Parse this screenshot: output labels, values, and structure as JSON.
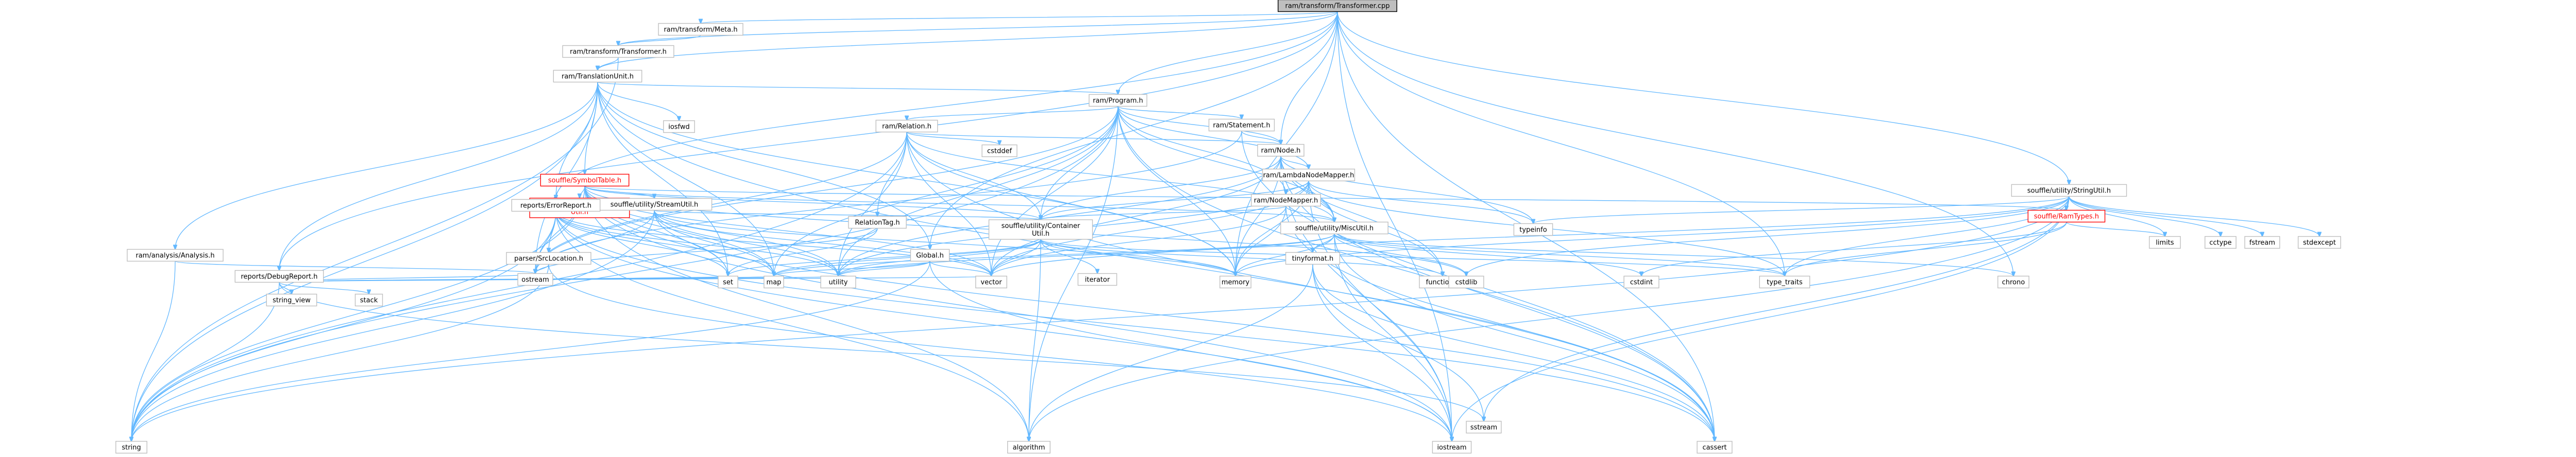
{
  "diagram": {
    "title": "ram/transform/Transformer.cpp",
    "colors": {
      "edge": "#63b8ff",
      "node_border": "#bfbfbf",
      "root_fill": "#bfbfbf",
      "missing_node_text": "#ff0000"
    },
    "nodes": [
      {
        "id": "root",
        "label": "ram/transform/Transformer.cpp",
        "style": "root"
      },
      {
        "id": "meta",
        "label": "ram/transform/Meta.h"
      },
      {
        "id": "transformer_h",
        "label": "ram/transform/Transformer.h"
      },
      {
        "id": "tu",
        "label": "ram/TranslationUnit.h"
      },
      {
        "id": "program",
        "label": "ram/Program.h"
      },
      {
        "id": "relation",
        "label": "ram/Relation.h"
      },
      {
        "id": "statement",
        "label": "ram/Statement.h"
      },
      {
        "id": "node",
        "label": "ram/Node.h"
      },
      {
        "id": "lambda",
        "label": "ram/LambdaNodeMapper.h"
      },
      {
        "id": "nodemapper",
        "label": "ram/NodeMapper.h"
      },
      {
        "id": "symtab",
        "label": "souffle/SymbolTable.h",
        "style": "red"
      },
      {
        "id": "parallel",
        "label": "souffle/utility/Parallel\nUtil.h",
        "style": "red"
      },
      {
        "id": "streamutil",
        "label": "souffle/utility/StreamUtil.h"
      },
      {
        "id": "containerutil",
        "label": "souffle/utility/Container\nUtil.h"
      },
      {
        "id": "miscutil",
        "label": "souffle/utility/MiscUtil.h"
      },
      {
        "id": "stringutil",
        "label": "souffle/utility/StringUtil.h"
      },
      {
        "id": "ramtypes",
        "label": "souffle/RamTypes.h",
        "style": "red"
      },
      {
        "id": "tinyformat",
        "label": "tinyformat.h"
      },
      {
        "id": "errorreport",
        "label": "reports/ErrorReport.h"
      },
      {
        "id": "debugreport",
        "label": "reports/DebugReport.h"
      },
      {
        "id": "srcloc",
        "label": "parser/SrcLocation.h"
      },
      {
        "id": "analysis",
        "label": "ram/analysis/Analysis.h"
      },
      {
        "id": "reltag",
        "label": "RelationTag.h"
      },
      {
        "id": "global",
        "label": "Global.h"
      },
      {
        "id": "iosfwd",
        "label": "iosfwd"
      },
      {
        "id": "cstddef",
        "label": "cstddef"
      },
      {
        "id": "string",
        "label": "string"
      },
      {
        "id": "string_view",
        "label": "string_view"
      },
      {
        "id": "stack",
        "label": "stack"
      },
      {
        "id": "ostream",
        "label": "ostream"
      },
      {
        "id": "set",
        "label": "set"
      },
      {
        "id": "map",
        "label": "map"
      },
      {
        "id": "utility",
        "label": "utility"
      },
      {
        "id": "vector",
        "label": "vector"
      },
      {
        "id": "iterator",
        "label": "iterator"
      },
      {
        "id": "memory",
        "label": "memory"
      },
      {
        "id": "algorithm",
        "label": "algorithm"
      },
      {
        "id": "functional",
        "label": "functional"
      },
      {
        "id": "cstdlib",
        "label": "cstdlib"
      },
      {
        "id": "iostream",
        "label": "iostream"
      },
      {
        "id": "sstream",
        "label": "sstream"
      },
      {
        "id": "cassert",
        "label": "cassert"
      },
      {
        "id": "cstdint",
        "label": "cstdint"
      },
      {
        "id": "type_traits",
        "label": "type_traits"
      },
      {
        "id": "typeinfo",
        "label": "typeinfo"
      },
      {
        "id": "chrono",
        "label": "chrono"
      },
      {
        "id": "limits",
        "label": "limits"
      },
      {
        "id": "cctype",
        "label": "cctype"
      },
      {
        "id": "fstream",
        "label": "fstream"
      },
      {
        "id": "stdexcept",
        "label": "stdexcept"
      }
    ],
    "edges": [
      [
        "root",
        "meta"
      ],
      [
        "root",
        "transformer_h"
      ],
      [
        "root",
        "tu"
      ],
      [
        "root",
        "program"
      ],
      [
        "root",
        "node"
      ],
      [
        "root",
        "stringutil"
      ],
      [
        "root",
        "errorreport"
      ],
      [
        "root",
        "debugreport"
      ],
      [
        "root",
        "global"
      ],
      [
        "root",
        "iostream"
      ],
      [
        "root",
        "type_traits"
      ],
      [
        "root",
        "chrono"
      ],
      [
        "root",
        "cassert"
      ],
      [
        "root",
        "memory"
      ],
      [
        "meta",
        "transformer_h"
      ],
      [
        "transformer_h",
        "tu"
      ],
      [
        "transformer_h",
        "string"
      ],
      [
        "tu",
        "program"
      ],
      [
        "tu",
        "analysis"
      ],
      [
        "tu",
        "debugreport"
      ],
      [
        "tu",
        "errorreport"
      ],
      [
        "tu",
        "symtab"
      ],
      [
        "tu",
        "global"
      ],
      [
        "tu",
        "iosfwd"
      ],
      [
        "tu",
        "string"
      ],
      [
        "tu",
        "map"
      ],
      [
        "tu",
        "set"
      ],
      [
        "tu",
        "memory"
      ],
      [
        "tu",
        "cassert"
      ],
      [
        "tu",
        "ostream"
      ],
      [
        "program",
        "relation"
      ],
      [
        "program",
        "statement"
      ],
      [
        "program",
        "node"
      ],
      [
        "program",
        "lambda"
      ],
      [
        "program",
        "nodemapper"
      ],
      [
        "program",
        "containerutil"
      ],
      [
        "program",
        "miscutil"
      ],
      [
        "program",
        "string"
      ],
      [
        "program",
        "vector"
      ],
      [
        "program",
        "memory"
      ],
      [
        "program",
        "ostream"
      ],
      [
        "program",
        "utility"
      ],
      [
        "program",
        "cassert"
      ],
      [
        "program",
        "algorithm"
      ],
      [
        "program",
        "map"
      ],
      [
        "relation",
        "node"
      ],
      [
        "relation",
        "reltag"
      ],
      [
        "relation",
        "containerutil"
      ],
      [
        "relation",
        "miscutil"
      ],
      [
        "relation",
        "cstddef"
      ],
      [
        "relation",
        "string"
      ],
      [
        "relation",
        "vector"
      ],
      [
        "relation",
        "memory"
      ],
      [
        "relation",
        "ostream"
      ],
      [
        "relation",
        "utility"
      ],
      [
        "relation",
        "cassert"
      ],
      [
        "statement",
        "node"
      ],
      [
        "statement",
        "ostream"
      ],
      [
        "statement",
        "cassert"
      ],
      [
        "node",
        "lambda"
      ],
      [
        "node",
        "containerutil"
      ],
      [
        "node",
        "miscutil"
      ],
      [
        "node",
        "memory"
      ],
      [
        "node",
        "vector"
      ],
      [
        "node",
        "iostream"
      ],
      [
        "node",
        "typeinfo"
      ],
      [
        "node",
        "cassert"
      ],
      [
        "node",
        "functional"
      ],
      [
        "node",
        "utility"
      ],
      [
        "lambda",
        "nodemapper"
      ],
      [
        "lambda",
        "containerutil"
      ],
      [
        "lambda",
        "miscutil"
      ],
      [
        "lambda",
        "functional"
      ],
      [
        "lambda",
        "memory"
      ],
      [
        "lambda",
        "type_traits"
      ],
      [
        "lambda",
        "utility"
      ],
      [
        "lambda",
        "vector"
      ],
      [
        "lambda",
        "typeinfo"
      ],
      [
        "lambda",
        "iostream"
      ],
      [
        "nodemapper",
        "containerutil"
      ],
      [
        "nodemapper",
        "miscutil"
      ],
      [
        "nodemapper",
        "memory"
      ],
      [
        "nodemapper",
        "cassert"
      ],
      [
        "nodemapper",
        "vector"
      ],
      [
        "symtab",
        "parallel"
      ],
      [
        "symtab",
        "streamutil"
      ],
      [
        "symtab",
        "containerutil"
      ],
      [
        "symtab",
        "miscutil"
      ],
      [
        "symtab",
        "ramtypes"
      ],
      [
        "symtab",
        "map"
      ],
      [
        "symtab",
        "utility"
      ],
      [
        "symtab",
        "vector"
      ],
      [
        "symtab",
        "ostream"
      ],
      [
        "symtab",
        "string"
      ],
      [
        "symtab",
        "iostream"
      ],
      [
        "symtab",
        "set"
      ],
      [
        "symtab",
        "cstdlib"
      ],
      [
        "symtab",
        "algorithm"
      ],
      [
        "symtab",
        "cassert"
      ],
      [
        "streamutil",
        "containerutil"
      ],
      [
        "streamutil",
        "map"
      ],
      [
        "streamutil",
        "set"
      ],
      [
        "streamutil",
        "utility"
      ],
      [
        "streamutil",
        "vector"
      ],
      [
        "streamutil",
        "ostream"
      ],
      [
        "streamutil",
        "string"
      ],
      [
        "streamutil",
        "memory"
      ],
      [
        "containerutil",
        "algorithm"
      ],
      [
        "containerutil",
        "functional"
      ],
      [
        "containerutil",
        "iterator"
      ],
      [
        "containerutil",
        "map"
      ],
      [
        "containerutil",
        "memory"
      ],
      [
        "containerutil",
        "set"
      ],
      [
        "containerutil",
        "type_traits"
      ],
      [
        "containerutil",
        "utility"
      ],
      [
        "containerutil",
        "vector"
      ],
      [
        "miscutil",
        "tinyformat"
      ],
      [
        "miscutil",
        "cassert"
      ],
      [
        "miscutil",
        "chrono"
      ],
      [
        "miscutil",
        "iostream"
      ],
      [
        "miscutil",
        "map"
      ],
      [
        "miscutil",
        "memory"
      ],
      [
        "miscutil",
        "type_traits"
      ],
      [
        "miscutil",
        "utility"
      ],
      [
        "miscutil",
        "cstdlib"
      ],
      [
        "miscutil",
        "cstdint"
      ],
      [
        "tinyformat",
        "algorithm"
      ],
      [
        "tinyformat",
        "cassert"
      ],
      [
        "tinyformat",
        "iostream"
      ],
      [
        "tinyformat",
        "sstream"
      ],
      [
        "stringutil",
        "ramtypes"
      ],
      [
        "stringutil",
        "algorithm"
      ],
      [
        "stringutil",
        "cctype"
      ],
      [
        "stringutil",
        "fstream"
      ],
      [
        "stringutil",
        "limits"
      ],
      [
        "stringutil",
        "sstream"
      ],
      [
        "stringutil",
        "stdexcept"
      ],
      [
        "stringutil",
        "string"
      ],
      [
        "stringutil",
        "type_traits"
      ],
      [
        "stringutil",
        "vector"
      ],
      [
        "stringutil",
        "cstdlib"
      ],
      [
        "stringutil",
        "iostream"
      ],
      [
        "stringutil",
        "memory"
      ],
      [
        "stringutil",
        "typeinfo"
      ],
      [
        "ramtypes",
        "cstdint"
      ],
      [
        "ramtypes",
        "limits"
      ],
      [
        "ramtypes",
        "type_traits"
      ],
      [
        "errorreport",
        "srcloc"
      ],
      [
        "errorreport",
        "algorithm"
      ],
      [
        "errorreport",
        "cassert"
      ],
      [
        "errorreport",
        "iostream"
      ],
      [
        "errorreport",
        "ostream"
      ],
      [
        "errorreport",
        "set"
      ],
      [
        "errorreport",
        "string"
      ],
      [
        "errorreport",
        "utility"
      ],
      [
        "errorreport",
        "vector"
      ],
      [
        "errorreport",
        "map"
      ],
      [
        "debugreport",
        "string"
      ],
      [
        "debugreport",
        "string_view"
      ],
      [
        "debugreport",
        "stack"
      ],
      [
        "debugreport",
        "ostream"
      ],
      [
        "debugreport",
        "map"
      ],
      [
        "debugreport",
        "set"
      ],
      [
        "debugreport",
        "utility"
      ],
      [
        "debugreport",
        "vector"
      ],
      [
        "debugreport",
        "sstream"
      ],
      [
        "srcloc",
        "iostream"
      ],
      [
        "srcloc",
        "string"
      ],
      [
        "srcloc",
        "ostream"
      ],
      [
        "analysis",
        "string"
      ],
      [
        "analysis",
        "ostream"
      ],
      [
        "reltag",
        "ostream"
      ],
      [
        "reltag",
        "set"
      ],
      [
        "global",
        "map"
      ],
      [
        "global",
        "iostream"
      ],
      [
        "global",
        "string"
      ],
      [
        "global",
        "utility"
      ],
      [
        "global",
        "vector"
      ]
    ]
  }
}
